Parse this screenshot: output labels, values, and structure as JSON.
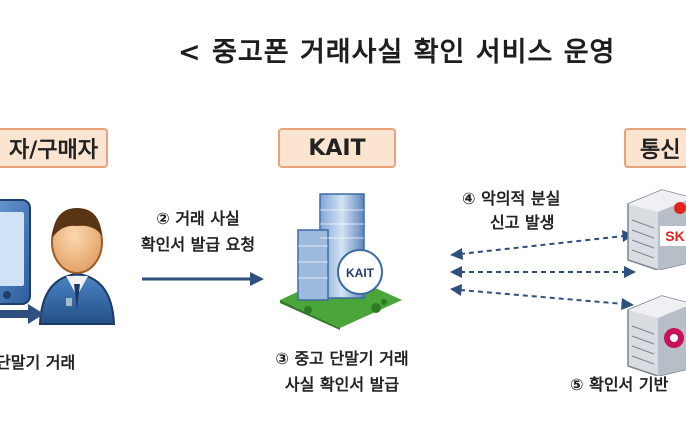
{
  "title": "< 중고폰 거래사실 확인 서비스 운영",
  "headers": {
    "seller": "자/구매자",
    "kait": "KAIT",
    "telco": "통신"
  },
  "step2": {
    "line1": "② 거래 사실",
    "line2": "확인서 발급 요청"
  },
  "step3": {
    "line1": "③ 중고 단말기 거래",
    "line2": "사실 확인서 발급"
  },
  "step4": {
    "line1": "④  악의적 분실",
    "line2": "신고 발생"
  },
  "step5": "⑤ 확인서 기반",
  "step1": "단말기 거래",
  "building_label": "KAIT",
  "sk_label": "SK",
  "icons": [
    "smartphone-icon",
    "person-icon",
    "building-icon",
    "server-icon"
  ],
  "colors": {
    "header_fill": "#fbe4d0",
    "header_border": "#e8a37a",
    "arrow": "#2f4f7f",
    "sk_red": "#e2231a",
    "lg_magenta": "#c8105a"
  }
}
